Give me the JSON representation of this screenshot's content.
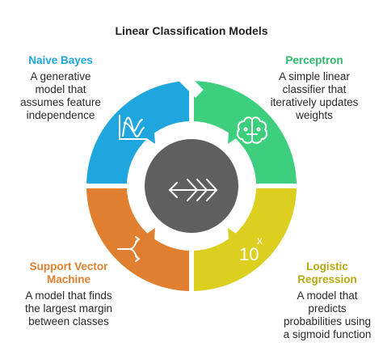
{
  "title": "Linear Classification Models",
  "colors": {
    "naive_bayes": "#1fa6df",
    "perceptron": "#3ecf7e",
    "svm": "#e07f2f",
    "logistic": "#dccf1f",
    "center": "#5f5f5f",
    "title_naive_bayes": "#1fa6df",
    "title_perceptron": "#2eb86a",
    "title_svm": "#e07f2f",
    "title_logistic": "#b8a90f"
  },
  "segments": [
    {
      "id": "naive_bayes",
      "title": "Naive Bayes",
      "description": "A generative model that assumes feature independence",
      "description_lines": [
        "A generative",
        "model that",
        "assumes feature",
        "independence"
      ],
      "icon": "distribution-chart-icon"
    },
    {
      "id": "perceptron",
      "title": "Perceptron",
      "description": "A simple linear classifier that iteratively updates weights",
      "description_lines": [
        "A simple linear",
        "classifier that",
        "iteratively updates",
        "weights"
      ],
      "icon": "brain-circuit-icon"
    },
    {
      "id": "svm",
      "title_lines": [
        "Support Vector",
        "Machine"
      ],
      "description_lines": [
        "A model that finds",
        "the largest margin",
        "between classes"
      ],
      "icon": "split-arrows-icon"
    },
    {
      "id": "logistic",
      "title_lines": [
        "Logistic",
        "Regression"
      ],
      "description_lines": [
        "A model that",
        "predicts",
        "probabilities using",
        "a sigmoid function"
      ],
      "icon": "power-of-ten-icon",
      "icon_text_base": "10",
      "icon_text_exp": "x"
    }
  ],
  "center_icon": "arrow-with-feathers-icon"
}
